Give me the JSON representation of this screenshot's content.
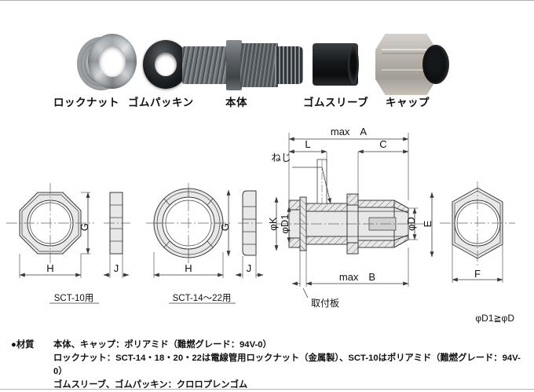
{
  "photo": {
    "parts": [
      {
        "id": "locknut",
        "label": "ロックナット",
        "color": "#8d9296"
      },
      {
        "id": "gasket",
        "label": "ゴムパッキン",
        "color": "#1a1d1f"
      },
      {
        "id": "body",
        "label": "本体",
        "color": "#5a5f63"
      },
      {
        "id": "sleeve",
        "label": "ゴムスリーブ",
        "color": "#16191b"
      },
      {
        "id": "cap",
        "label": "キャップ",
        "color": "#b6b2aa"
      }
    ]
  },
  "drawings": {
    "locknut_small": {
      "caption": "SCT-10用",
      "dims": {
        "across_flats": "G",
        "width": "H",
        "thickness": "J"
      }
    },
    "locknut_large": {
      "caption": "SCT-14〜22用",
      "dims": {
        "across_flats": "G",
        "width": "H",
        "thickness": "J"
      }
    },
    "section": {
      "dims": {
        "overall": "max　A",
        "thread_len": "L",
        "cap_len": "C",
        "body_len": "max　B",
        "bore_k": "φK",
        "bore_d1": "φD1",
        "cap_dia": "φD",
        "hex_dia": "E"
      },
      "callouts": {
        "thread": "ねじ",
        "plate": "取付板"
      }
    },
    "hex_view": {
      "dims": {
        "across_flats": "F"
      }
    },
    "note": "φD1≧φD"
  },
  "material": {
    "bullet": "●材質",
    "line1": "本体、キャップ：ポリアミド（難燃グレード：94V-0）",
    "line2": "ロックナット：SCT-14・18・20・22は電線管用ロックナット（金属製）、SCT-10はポリアミド（難燃グレード：94V-0）",
    "line3": "ゴムスリーブ、ゴムパッキン：クロロプレンゴム"
  },
  "colors": {
    "line": "#3a3a3a",
    "fill": "#e8e8e8",
    "hatch": "#555555",
    "center": "#666666"
  }
}
